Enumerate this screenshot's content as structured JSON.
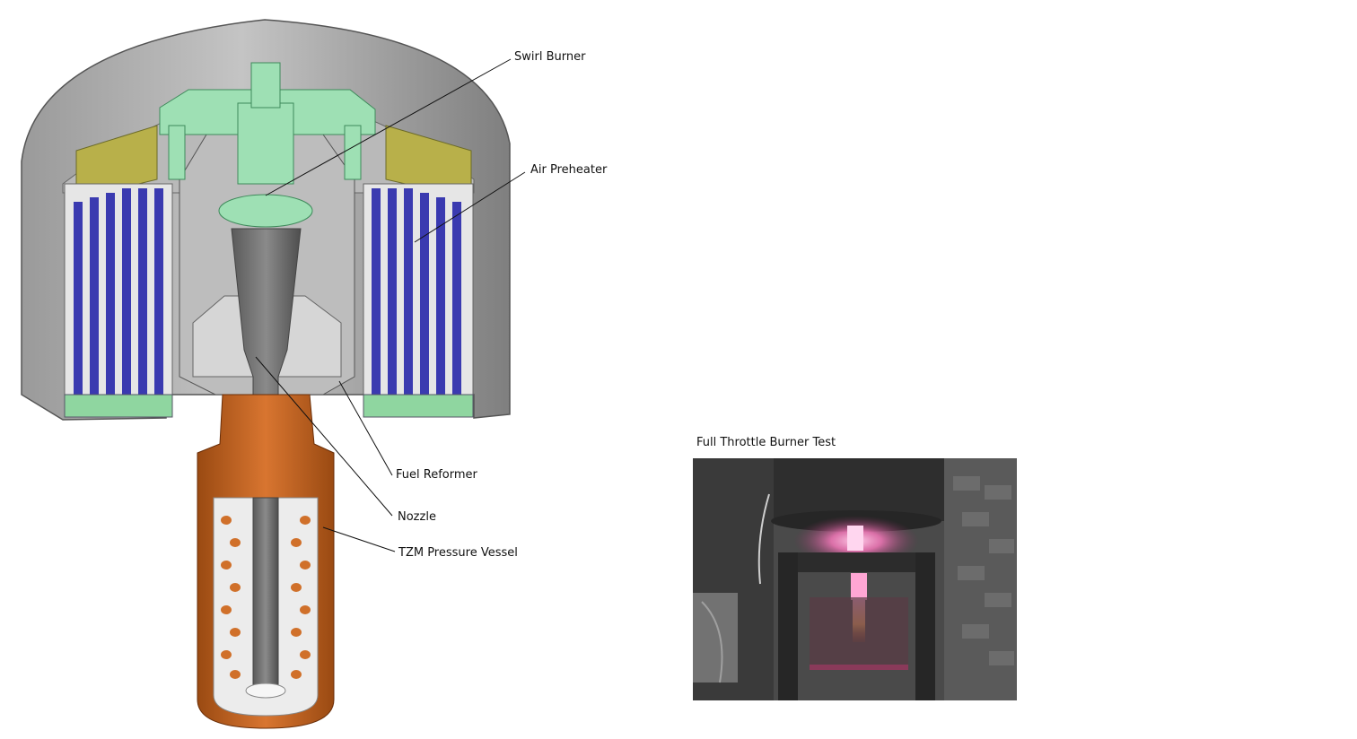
{
  "diagram": {
    "labels": {
      "swirl_burner": "Swirl Burner",
      "air_preheater": "Air Preheater",
      "fuel_reformer": "Fuel Reformer",
      "nozzle": "Nozzle",
      "tzm_pressure_vessel": "TZM Pressure Vessel"
    },
    "colors": {
      "housing": "#8e8e8e",
      "housing_light": "#c9c9c9",
      "burner_green": "#9ee0b4",
      "preheater_blue": "#3a3ab0",
      "insulation_olive": "#b8b04a",
      "vessel_orange": "#c8621e",
      "nozzle_gray": "#6e6e6e"
    }
  },
  "photo": {
    "caption": "Full Throttle Burner Test",
    "colors": {
      "glow": "#ff9ad0",
      "frame": "#2c2c2c",
      "background": "#4a4a4a"
    }
  }
}
